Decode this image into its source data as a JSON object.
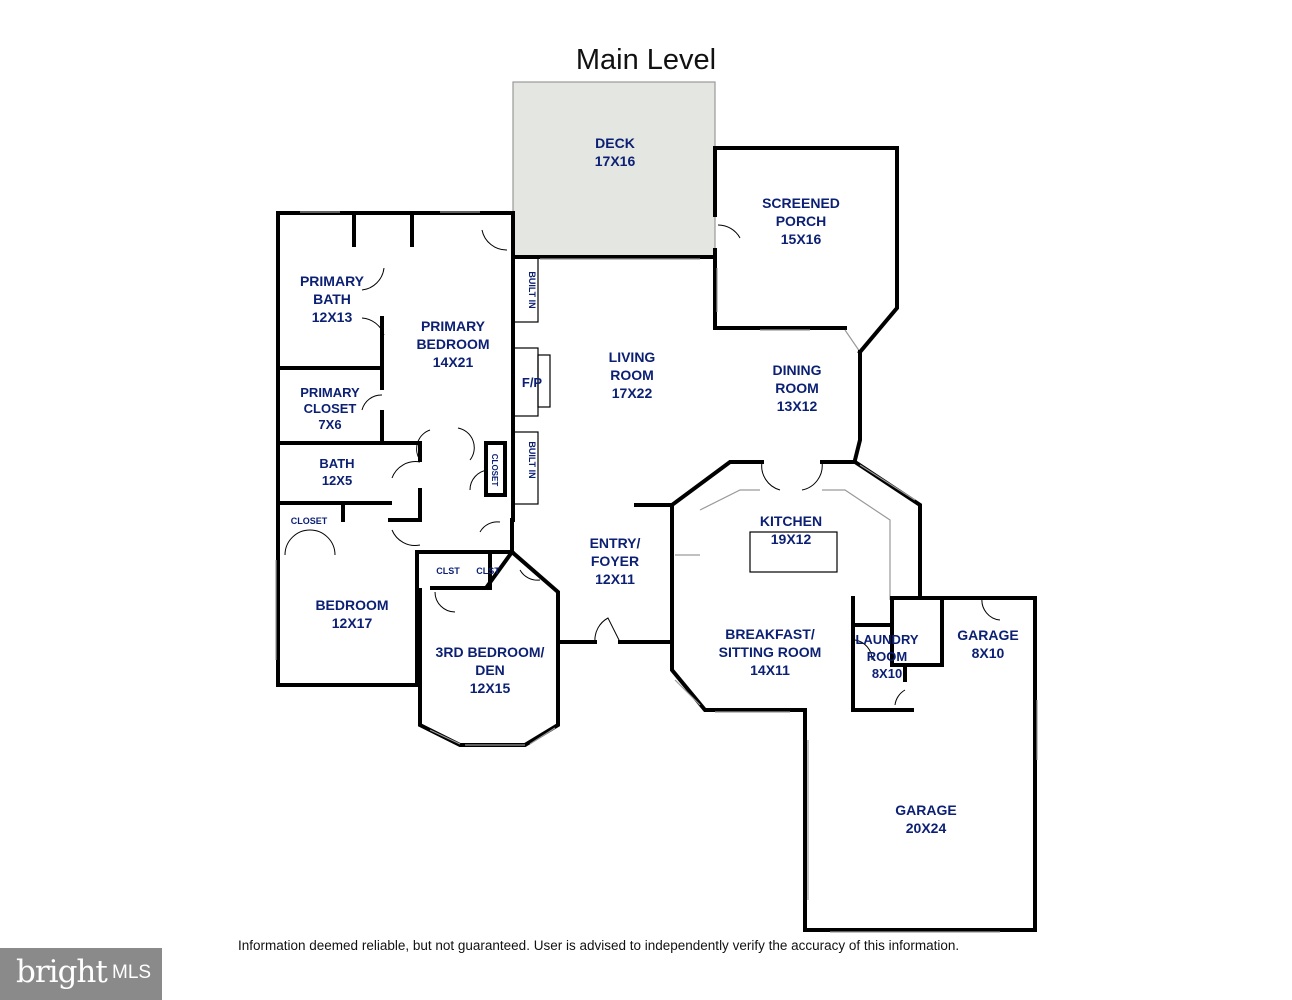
{
  "title": "Main Level",
  "disclaimer": "Information deemed reliable, but not guaranteed.  User is advised to independently verify the accuracy of this information.",
  "brand": {
    "name": "bright",
    "suffix": "MLS"
  },
  "colors": {
    "label": "#0b1f73",
    "deck_fill": "#e3e6e1",
    "wall": "#000000"
  },
  "rooms": {
    "deck": [
      "DECK",
      "17X16"
    ],
    "screened_porch": [
      "SCREENED",
      "PORCH",
      "15X16"
    ],
    "primary_bath": [
      "PRIMARY",
      "BATH",
      "12X13"
    ],
    "primary_bedroom": [
      "PRIMARY",
      "BEDROOM",
      "14X21"
    ],
    "primary_closet": [
      "PRIMARY",
      "CLOSET",
      "7X6"
    ],
    "living_room": [
      "LIVING",
      "ROOM",
      "17X22"
    ],
    "dining_room": [
      "DINING",
      "ROOM",
      "13X12"
    ],
    "bath": [
      "BATH",
      "12X5"
    ],
    "kitchen": [
      "KITCHEN",
      "19X12"
    ],
    "entry_foyer": [
      "ENTRY/",
      "FOYER",
      "12X11"
    ],
    "bedroom": [
      "BEDROOM",
      "12X17"
    ],
    "third_bedroom": [
      "3RD BEDROOM/",
      "DEN",
      "12X15"
    ],
    "breakfast": [
      "BREAKFAST/",
      "SITTING ROOM",
      "14X11"
    ],
    "laundry": [
      "LAUNDRY",
      "ROOM",
      "8X10"
    ],
    "garage_small": [
      "GARAGE",
      "8X10"
    ],
    "garage_large": [
      "GARAGE",
      "20X24"
    ]
  },
  "fixtures": {
    "fireplace": "F/P",
    "built_in_upper": "BUILT IN",
    "built_in_lower": "BUILT IN",
    "closet_hall": "CLOSET",
    "closet_bedroom": "CLOSET",
    "clst_1": "CLST",
    "clst_2": "CLST"
  }
}
